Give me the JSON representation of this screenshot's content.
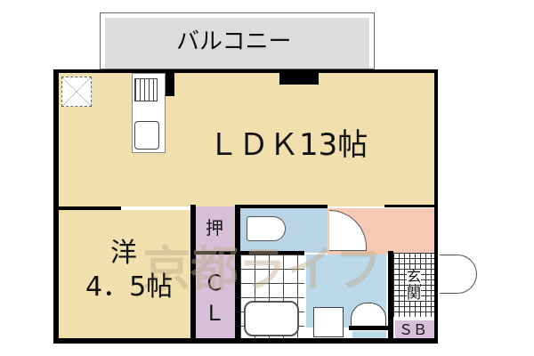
{
  "floorplan": {
    "rooms": {
      "balcony": {
        "label": "バルコニー"
      },
      "ldk": {
        "label": "ＬＤＫ13帖"
      },
      "western_room": {
        "label_line1": "洋",
        "label_line2": "4．5帖"
      },
      "oshiire": {
        "label": "押"
      },
      "closet": {
        "label_line1": "Ｃ",
        "label_line2": "Ｌ"
      },
      "entrance": {
        "label_line1": "玄",
        "label_line2": "関"
      },
      "shoe_box": {
        "label": "ＳＢ"
      }
    },
    "watermark": {
      "text": "京都ライフ"
    },
    "colors": {
      "ldk_fill": "#f1dfae",
      "closet_fill": "#d8bfd8",
      "wet_area_fill": "#bcd9ea",
      "hall_fill": "#f6c9b4",
      "balcony_fill": "#dcdcdc",
      "wall": "#000000"
    }
  }
}
